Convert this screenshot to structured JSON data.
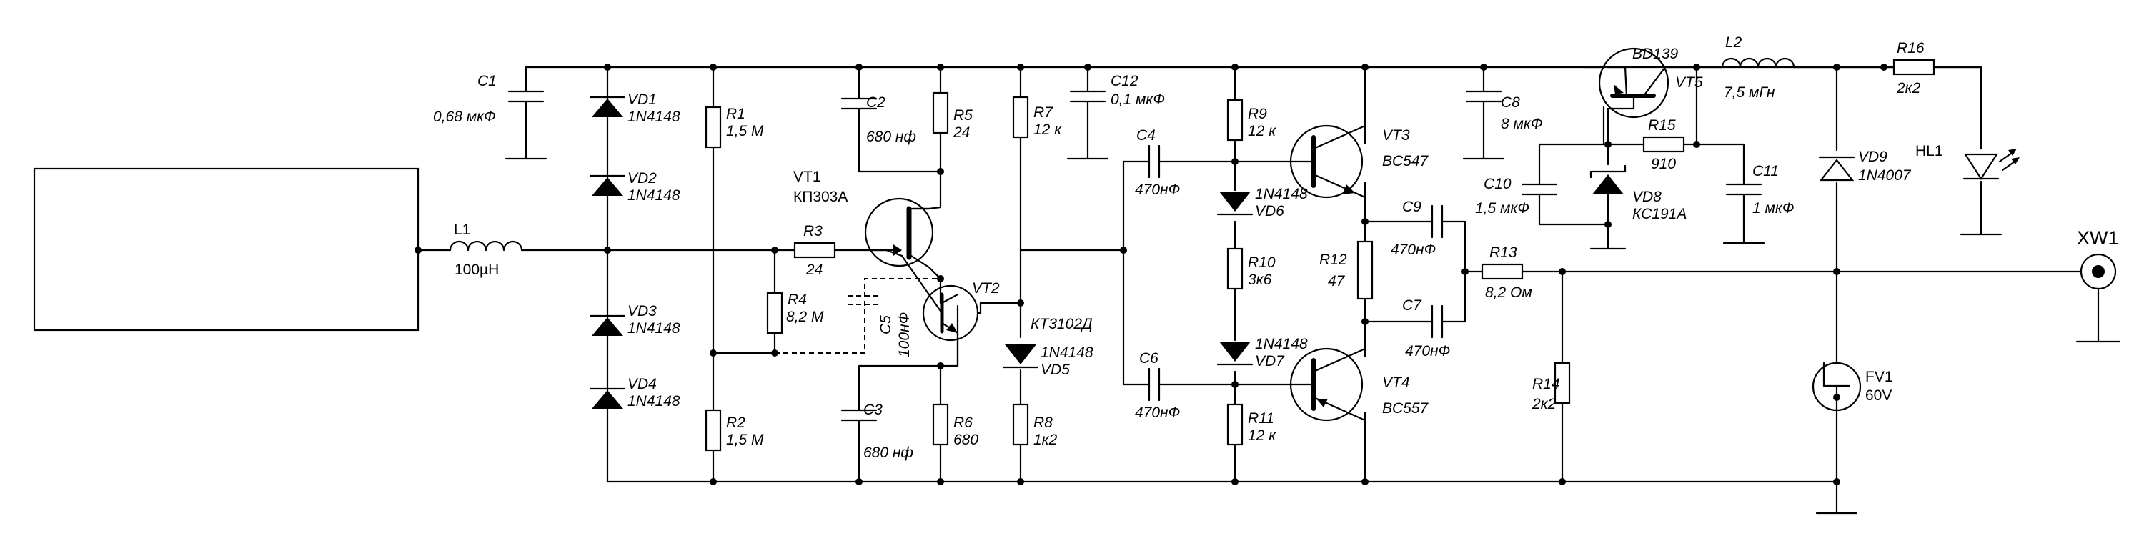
{
  "labels": {
    "C1": "C1",
    "C1v": "0,68 мкФ",
    "VD1": "VD1",
    "VD1v": "1N4148",
    "VD2": "VD2",
    "VD2v": "1N4148",
    "VD3": "VD3",
    "VD3v": "1N4148",
    "VD4": "VD4",
    "VD4v": "1N4148",
    "R1": "R1",
    "R1v": "1,5 М",
    "R2": "R2",
    "R2v": "1,5 М",
    "L1": "L1",
    "L1v": "100µH",
    "C2": "C2",
    "C2v": "680 нф",
    "R5": "R5",
    "R5v": "24",
    "VT1": "VT1",
    "VT1v": "КП303А",
    "R3": "R3",
    "R3v": "24",
    "R4": "R4",
    "R4v": "8,2 М",
    "C5": "C5",
    "C5v": "100нФ",
    "VT2": "VT2",
    "VT2v": "КТ3102Д",
    "C3": "C3",
    "C3v": "680 нф",
    "R6": "R6",
    "R6v": "680",
    "R7": "R7",
    "R7v": "12 к",
    "VD5": "VD5",
    "VD5v": "1N4148",
    "R8": "R8",
    "R8v": "1к2",
    "C12": "C12",
    "C12v": "0,1 мкФ",
    "C4": "C4",
    "C4v": "470нФ",
    "C6": "C6",
    "C6v": "470нФ",
    "R9": "R9",
    "R9v": "12 к",
    "VD6": "VD6",
    "VD6v": "1N4148",
    "R10": "R10",
    "R10v": "3к6",
    "VD7": "VD7",
    "VD7v": "1N4148",
    "R11": "R11",
    "R11v": "12 к",
    "VT3": "VT3",
    "VT3v": "BC547",
    "VT4": "VT4",
    "VT4v": "BC557",
    "R12": "R12",
    "R12v": "47",
    "C9": "C9",
    "C9v": "470нФ",
    "C7": "C7",
    "C7v": "470нФ",
    "R13": "R13",
    "R13v": "8,2 Ом",
    "R14": "R14",
    "R14v": "2к2",
    "C8": "C8",
    "C8v": "8 мкФ",
    "C10": "C10",
    "C10v": "1,5 мкФ",
    "VT5": "VT5",
    "VT5v": "BD139",
    "R15": "R15",
    "R15v": "910",
    "VD8": "VD8",
    "VD8v": "КС191А",
    "C11": "C11",
    "C11v": "1 мкФ",
    "L2": "L2",
    "L2v": "7,5 мГн",
    "R16": "R16",
    "R16v": "2к2",
    "VD9": "VD9",
    "VD9v": "1N4007",
    "HL1": "HL1",
    "FV1": "FV1",
    "FV1v": "60V",
    "XW1": "XW1"
  }
}
